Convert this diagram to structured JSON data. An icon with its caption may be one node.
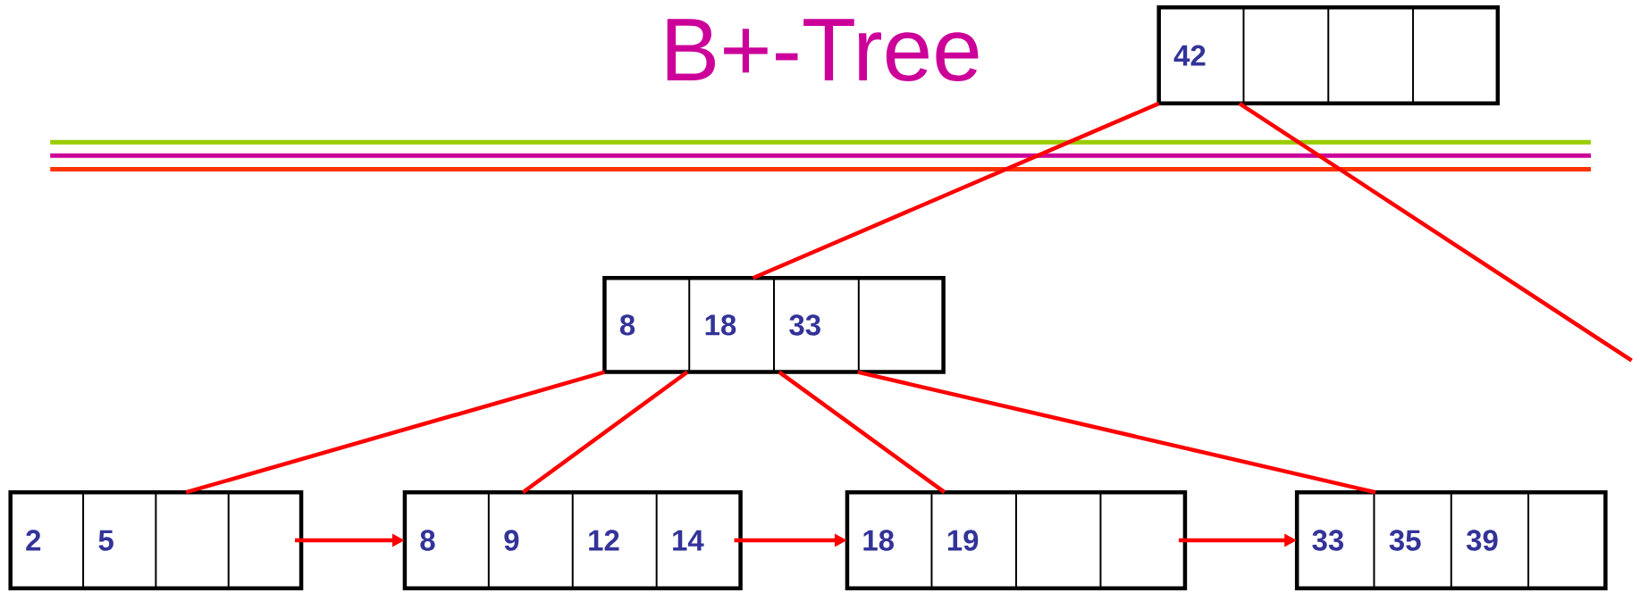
{
  "diagram": {
    "title": "B+-Tree",
    "nodes": [
      {
        "text": [
          "42"
        ]
      },
      {
        "text": [
          "8",
          "18",
          "33"
        ]
      },
      {
        "text": [
          "2",
          "5"
        ]
      },
      {
        "text": [
          "8",
          "9",
          "12",
          "14"
        ]
      },
      {
        "text": [
          "18",
          "19"
        ]
      },
      {
        "text": [
          "33",
          "35",
          "39"
        ]
      }
    ],
    "edges": [
      {
        "from": 0,
        "to": 1,
        "arrow": "none"
      },
      {
        "from": 0,
        "to": null,
        "arrow": "none"
      },
      {
        "from": 1,
        "to": 2,
        "arrow": "none"
      },
      {
        "from": 1,
        "to": 3,
        "arrow": "none"
      },
      {
        "from": 1,
        "to": 4,
        "arrow": "none"
      },
      {
        "from": 1,
        "to": 5,
        "arrow": "none"
      },
      {
        "from": 2,
        "to": 3,
        "arrow": "to"
      },
      {
        "from": 3,
        "to": 4,
        "arrow": "to"
      },
      {
        "from": 4,
        "to": 5,
        "arrow": "to"
      }
    ]
  }
}
